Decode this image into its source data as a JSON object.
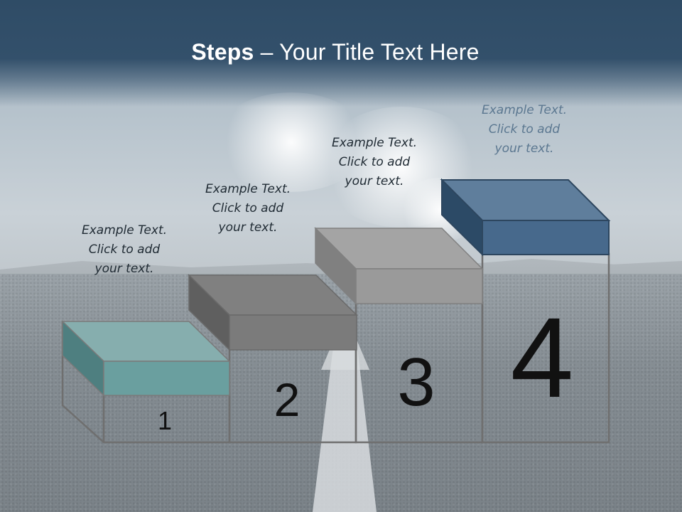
{
  "title": {
    "bold": "Steps",
    "rest": " – Your Title Text Here"
  },
  "steps": [
    {
      "number": "1",
      "caption": [
        "Example Text.",
        "Click  to add",
        "your text."
      ],
      "color": "#6a9f9f"
    },
    {
      "number": "2",
      "caption": [
        "Example Text.",
        "Click  to add",
        "your text."
      ],
      "color": "#7d7d7d"
    },
    {
      "number": "3",
      "caption": [
        "Example Text.",
        "Click  to add",
        "your text."
      ],
      "color": "#9a9a9a"
    },
    {
      "number": "4",
      "caption": [
        "Example Text.",
        "Click  to add",
        "your text."
      ],
      "color": "#3f5f80"
    }
  ],
  "colors": {
    "header": "#2f4c66",
    "teal_block": "#5f9696",
    "dark_gray_block": "#7a7a7a",
    "light_gray_block": "#9b9b9b",
    "blue_block": "#4a6a8c",
    "outline": "#6f6f6f"
  }
}
